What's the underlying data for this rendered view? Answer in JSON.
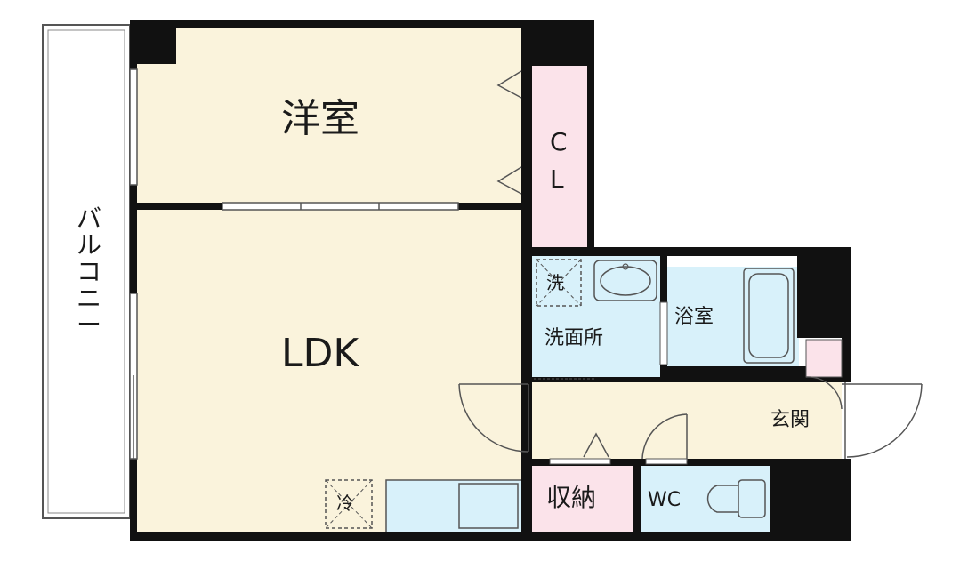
{
  "rooms": {
    "western_room": "洋室",
    "closet": [
      "C",
      "L"
    ],
    "ldk": "LDK",
    "balcony": [
      "バ",
      "ル",
      "コ",
      "ニ",
      "ー"
    ],
    "washroom": "洗面所",
    "washer": "洗",
    "bath": "浴室",
    "entrance": "玄関",
    "storage": "収納",
    "wc": "WC",
    "fridge": "冷"
  },
  "colors": {
    "room_beige": "#faf3dc",
    "closet_pink": "#fbe3ea",
    "wet_blue": "#d8f1fa",
    "wall": "#111111",
    "outline": "#555555"
  }
}
